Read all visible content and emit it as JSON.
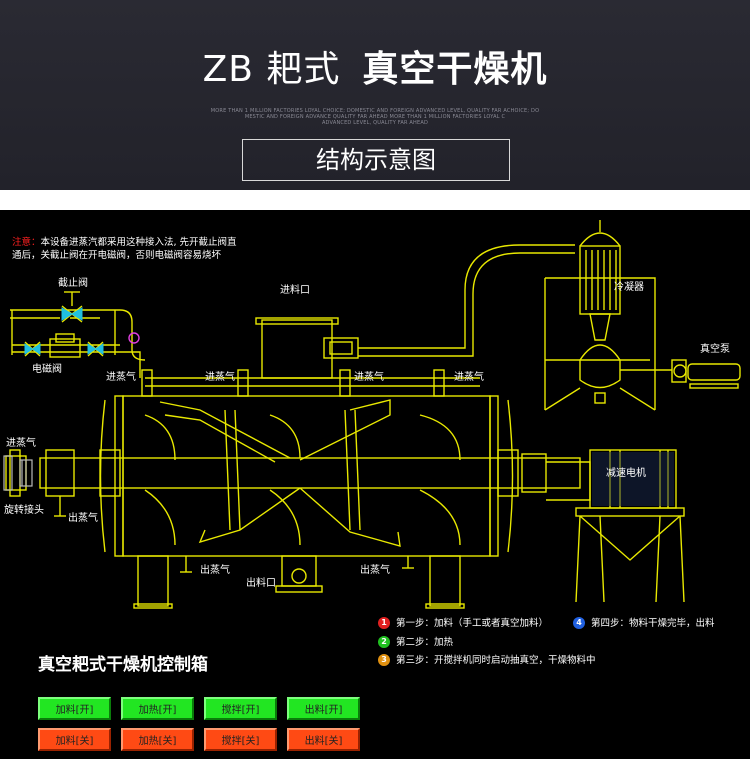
{
  "header": {
    "title_light": "ZB 耙式",
    "title_bold": "真空干燥机",
    "small_line1": "MORE THAN 1 MILLION FACTORIES LOYAL CHOICE; DOMESTIC AND FOREIGN ADVANCED LEVEL, QUALITY FAR ACHOICE; DO",
    "small_line2": "MESTIC AND FOREIGN ADVANCE QUALITY FAR AHEAD MORE THAN 1 MILLION FACTORIES LOYAL C",
    "small_line3": "ADVANCED LEVEL, QUALITY FAR AHEAD",
    "subtitle": "结构示意图"
  },
  "note": {
    "prefix": "注意：",
    "line1": "本设备进蒸汽都采用这种接入法, 先开截止阀直",
    "line2": "通后，关截止阀在开电磁阀，否则电磁阀容易烧坏"
  },
  "labels": {
    "stop_valve": "截止阀",
    "solenoid_valve": "电磁阀",
    "feed_inlet": "进料口",
    "condenser": "冷凝器",
    "vacuum_pump": "真空泵",
    "steam_in_1": "进蒸气",
    "steam_in_2": "进蒸气",
    "steam_in_3": "进蒸气",
    "steam_in_4": "进蒸气",
    "steam_in_left": "进蒸气",
    "rotary_joint": "旋转接头",
    "steam_out_1": "出蒸气",
    "steam_out_2": "出蒸气",
    "steam_out_3": "出蒸气",
    "discharge": "出料口",
    "reducer_motor": "减速电机"
  },
  "control_panel": {
    "title": "真空耙式干燥机控制箱",
    "buttons_on": [
      "加料[开]",
      "加热[开]",
      "搅拌[开]",
      "出料[开]"
    ],
    "buttons_off": [
      "加料[关]",
      "加热[关]",
      "搅拌[关]",
      "出料[关]"
    ]
  },
  "steps": [
    {
      "num": "1",
      "color": "#e02020",
      "text": "第一步：加料（手工或者真空加料）"
    },
    {
      "num": "4",
      "color": "#2060e0",
      "text": "第四步：物料干燥完毕，出料"
    },
    {
      "num": "2",
      "color": "#20c020",
      "text": "第二步：加热"
    },
    {
      "num": "3",
      "color": "#e09010",
      "text": "第三步：开搅拌机同时启动抽真空，干燥物料中"
    }
  ]
}
